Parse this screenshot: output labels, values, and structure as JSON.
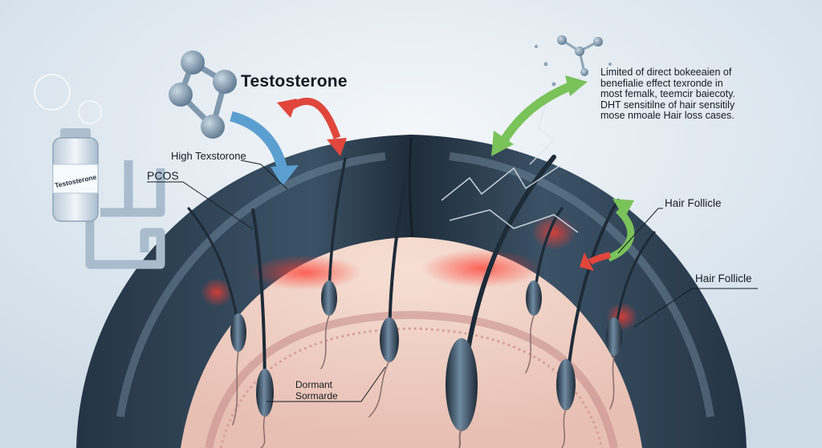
{
  "labels": {
    "testosterone": "Testosterone",
    "vial": "Testosterone",
    "high_testosterone": "High Texstorone",
    "pcos": "PCOS",
    "note": "Limited of direct bokeeaien of\nbenefialie effect texronde in\nmost femalk, teemcir baiecoty.\nDHT sensitilne of hair sensitily\nmose nmoale Hair loss cases.",
    "hair_follicle_upper": "Hair Follicle",
    "hair_follicle_lower": "Hair Follicle",
    "dormant": "Dormant\nSormarde"
  },
  "icons": [
    "molecule-icon",
    "vial-icon",
    "clamp-stand-icon",
    "arrow-icon"
  ],
  "colors": {
    "background": "#e2eaf1",
    "hair": "#2c3d4e",
    "hair_highlight": "#6b8296",
    "skin": "#f3d6c8",
    "skin_inner": "#e9b9b3",
    "inflammation": "#ef4a3f",
    "arrow_red": "#e0463c",
    "arrow_blue": "#5b9fd1",
    "arrow_green": "#7ac25a",
    "molecule": "#7f98ad"
  }
}
